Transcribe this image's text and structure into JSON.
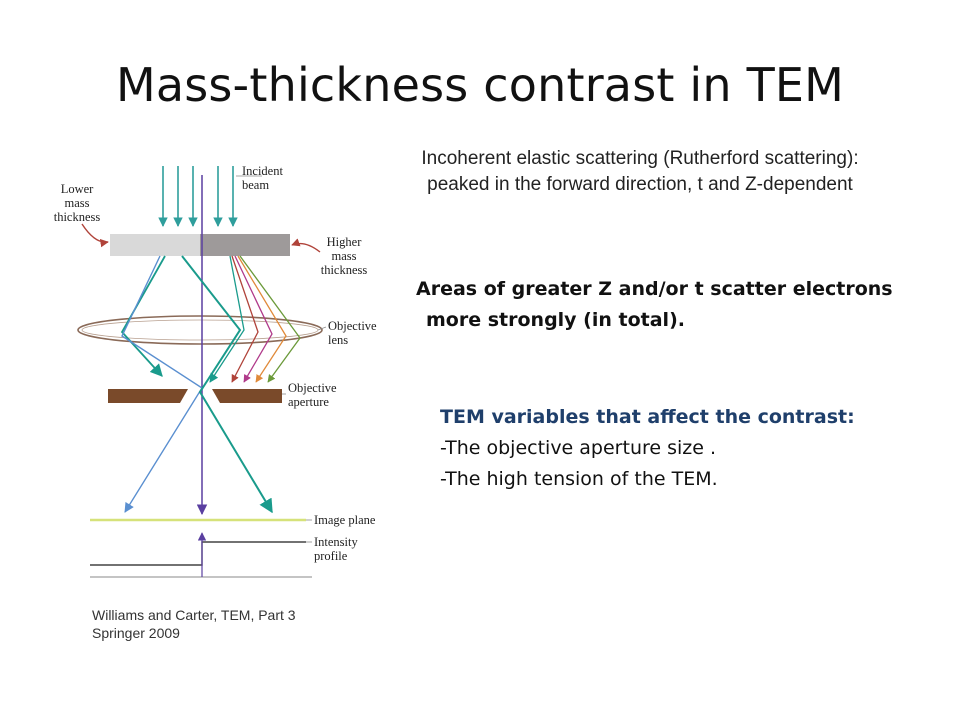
{
  "title": "Mass-thickness contrast in TEM",
  "subtitle": {
    "line1": "Incoherent elastic scattering (Rutherford scattering):",
    "line2": "peaked in the forward direction, t and Z-dependent"
  },
  "statement": {
    "line1": "Areas of greater Z and/or t scatter electrons",
    "line2": "more strongly (in total)."
  },
  "variables": {
    "title": "TEM variables that affect the contrast:",
    "items": [
      "-The objective aperture size .",
      "-The high tension of the TEM."
    ]
  },
  "diagram_labels": {
    "incident_1": "Incident",
    "incident_2": "beam",
    "lower_1": "Lower",
    "lower_2": "mass",
    "lower_3": "thickness",
    "higher_1": "Higher",
    "higher_2": "mass",
    "higher_3": "thickness",
    "lens_1": "Objective",
    "lens_2": "lens",
    "aperture_1": "Objective",
    "aperture_2": "aperture",
    "image_plane": "Image plane",
    "intensity_1": "Intensity",
    "intensity_2": "profile"
  },
  "citation": {
    "line1": "Williams and Carter, TEM, Part 3",
    "line2": "Springer 2009"
  },
  "colors": {
    "incident_beam": "#2f9e9c",
    "teal_ray": "#1a9b8c",
    "blue_ray": "#5a8fd0",
    "purple_ray": "#5a3fa0",
    "specimen_light": "#d9d9d9",
    "specimen_dark": "#9e9a9a",
    "aperture": "#7a4a2a",
    "lens": "#8a6a58",
    "image_plane": "#d6e27a",
    "title_text": "#111111",
    "variables_title": "#1f3f6b"
  }
}
